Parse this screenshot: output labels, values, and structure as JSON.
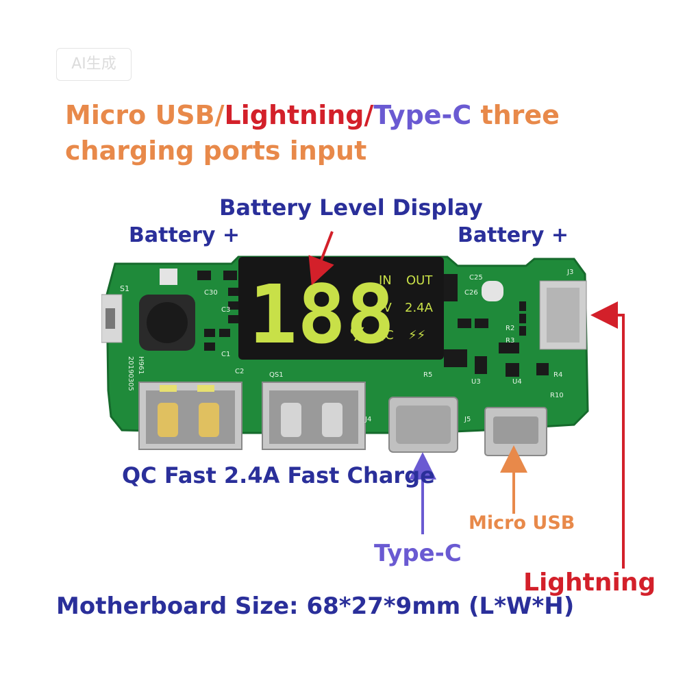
{
  "watermark": "AI生成",
  "headline": {
    "part1": "Micro USB/",
    "part2": "Lightning/",
    "part3": "Type-C",
    "part4": " three charging ports input"
  },
  "labels": {
    "battery_display": "Battery Level Display",
    "battery_plus_left": "Battery +",
    "battery_plus_right": "Battery +",
    "qc_fast": "QC Fast 2.4A Fast Charge",
    "type_c": "Type-C",
    "micro_usb": "Micro USB",
    "lightning": "Lightning",
    "board_size": "Motherboard Size: 68*27*9mm (L*W*H)"
  },
  "display": {
    "digits": "188",
    "percent": "%",
    "in": "IN",
    "out": "OUT",
    "volt": "5V",
    "amp": "2.4A",
    "qc": "QC",
    "bolt": "⚡⚡"
  },
  "silkscreen": {
    "s1": "S1",
    "c25": "C25",
    "c26": "C26",
    "j3": "J3",
    "j4": "J4",
    "j5": "J5",
    "r2": "R2",
    "r3": "R3",
    "r4": "R4",
    "r10": "R10",
    "u3": "U3",
    "u4": "U4",
    "c30": "C30",
    "c1": "C1",
    "c2": "C2",
    "c3": "C3",
    "q1": "QS1",
    "r5": "R5",
    "date": "20190305",
    "h961": "H961"
  },
  "colors": {
    "orange": "#e8894a",
    "red": "#d3202a",
    "purple": "#6a5ad2",
    "navy": "#2a2f9a",
    "pcb": "#1f8a3a",
    "lcd": "#c8e048"
  }
}
